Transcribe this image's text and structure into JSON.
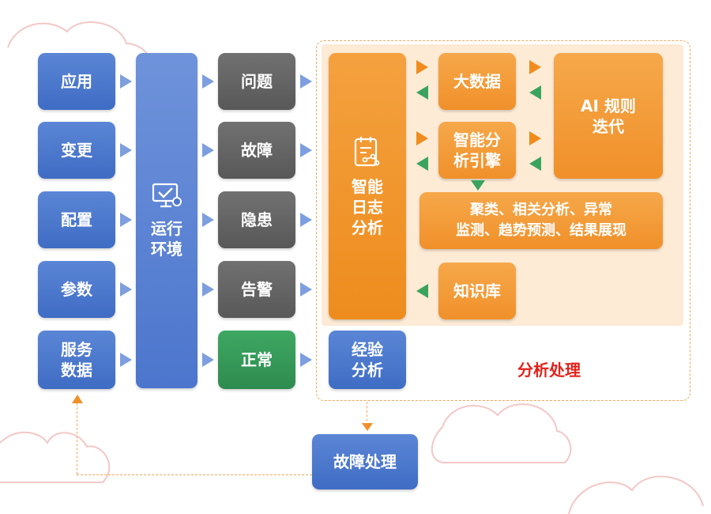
{
  "inputs": [
    {
      "label": "应用"
    },
    {
      "label": "变更"
    },
    {
      "label": "配置"
    },
    {
      "label": "参数"
    },
    {
      "label": "服务\n数据"
    }
  ],
  "environment": {
    "label": "运行\n环境",
    "icon": "monitor-check-icon"
  },
  "states": [
    {
      "label": "问题"
    },
    {
      "label": "故障"
    },
    {
      "label": "隐患"
    },
    {
      "label": "告警"
    },
    {
      "label": "正常"
    }
  ],
  "analysis": {
    "core_label": "智能\n日志\n分析",
    "core_icon": "log-analysis-icon",
    "big_data": "大数据",
    "engine": "智能分\n析引擎",
    "ai_rules": "AI 规则\n迭代",
    "methods": "聚类、相关分析、异常\n监测、趋势预测、结果展现",
    "knowledge_base": "知识库",
    "experience": "经验\n分析",
    "section_title": "分析处理"
  },
  "fault_handling": "故障处理",
  "colors": {
    "blue": "#4a77cf",
    "gray": "#666666",
    "green": "#339a57",
    "orange": "#f0902a",
    "panel": "#fdebd6",
    "title_red": "#e3211b"
  }
}
